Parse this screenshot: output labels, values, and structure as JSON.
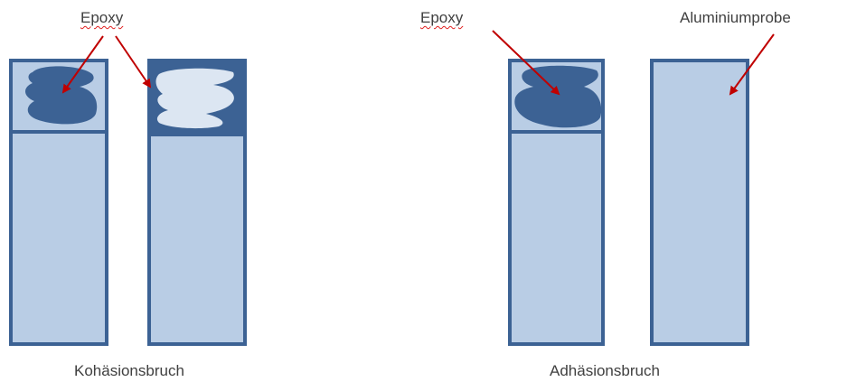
{
  "labels": {
    "epoxy_left": "Epoxy",
    "epoxy_right": "Epoxy",
    "aluminium_sample": "Aluminiumprobe",
    "cohesive_failure": "Kohäsionsbruch",
    "adhesive_failure": "Adhäsionsbruch"
  },
  "colors": {
    "specimen_border": "#3c6294",
    "specimen_fill": "#b9cde5",
    "epoxy_dark": "#3c6294",
    "epoxy_light": "#dce6f2",
    "arrow": "#c00000",
    "text": "#404040",
    "spellcheck_underline": "#e02020"
  }
}
